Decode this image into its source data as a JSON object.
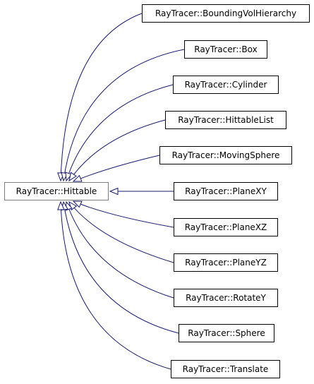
{
  "diagram": {
    "root": {
      "label": "RayTracer::Hittable"
    },
    "children": [
      {
        "label": "RayTracer::BoundingVolHierarchy"
      },
      {
        "label": "RayTracer::Box"
      },
      {
        "label": "RayTracer::Cylinder"
      },
      {
        "label": "RayTracer::HittableList"
      },
      {
        "label": "RayTracer::MovingSphere"
      },
      {
        "label": "RayTracer::PlaneXY"
      },
      {
        "label": "RayTracer::PlaneXZ"
      },
      {
        "label": "RayTracer::PlaneYZ"
      },
      {
        "label": "RayTracer::RotateY"
      },
      {
        "label": "RayTracer::Sphere"
      },
      {
        "label": "RayTracer::Translate"
      }
    ],
    "colors": {
      "edge": "#191970",
      "node_border": "#000000",
      "root_border": "#7f7f7f",
      "background": "#ffffff"
    }
  }
}
